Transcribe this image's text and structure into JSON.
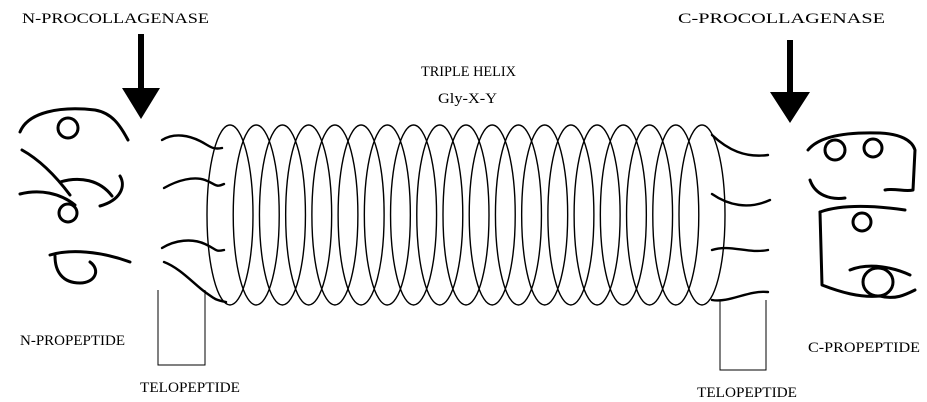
{
  "labels": {
    "n_procollagenase": "N-PROCOLLAGENASE",
    "c_procollagenase": "C-PROCOLLAGENASE",
    "triple_helix": "TRIPLE HELIX",
    "helix_sequence": "Gly-X-Y",
    "n_propeptide": "N-PROPEPTIDE",
    "c_propeptide": "C-PROPEPTIDE",
    "telopeptide_left": "TELOPEPTIDE",
    "telopeptide_right": "TELOPEPTIDE"
  },
  "colors": {
    "ink": "#000000",
    "background": "#ffffff"
  }
}
